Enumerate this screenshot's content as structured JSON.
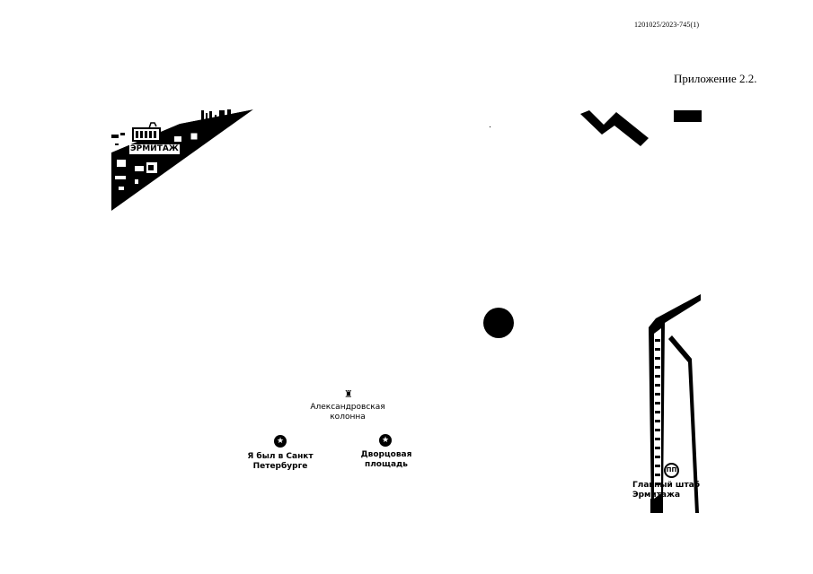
{
  "header": {
    "doc_number": "1201025/2023-745(1)",
    "appendix": "Приложение 2.2."
  },
  "map": {
    "labels": {
      "hermitage": "ЭРМИТАЖ",
      "column_line1": "Александровская",
      "column_line2": "колонна",
      "visit_line1": "Я был в Санкт",
      "visit_line2": "Петербурге",
      "square_line1": "Дворцовая",
      "square_line2": "площадь",
      "staff_line1": "Главный штаб",
      "staff_line2": "Эрмитажа"
    },
    "icons": {
      "column": "column-monument-icon",
      "visit": "star-icon",
      "square": "star-icon",
      "museum": "museum-icon"
    },
    "colors": {
      "ink": "#000000",
      "paper": "#ffffff"
    }
  }
}
